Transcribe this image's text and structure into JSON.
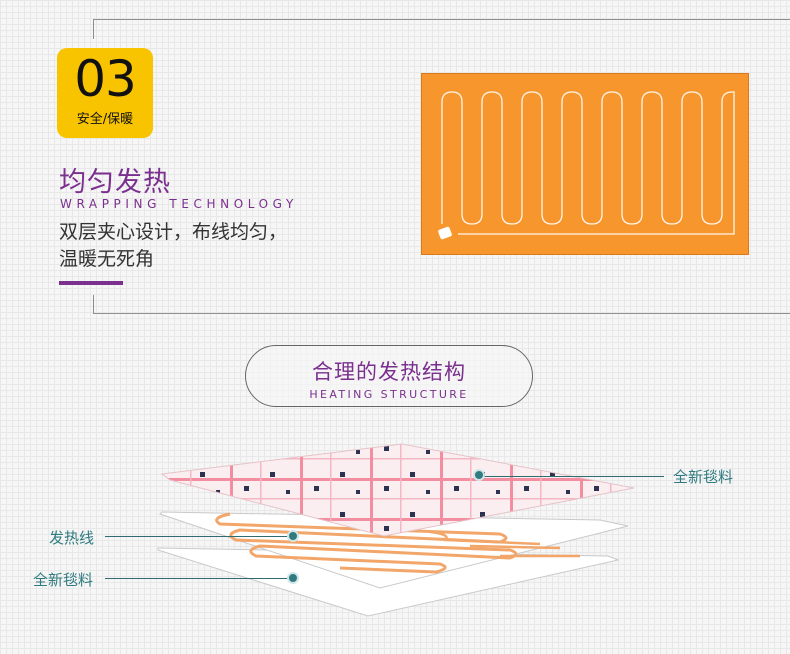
{
  "badge": {
    "number": "03",
    "label": "安全/保暖"
  },
  "feature": {
    "title": "均匀发热",
    "subtitle": "WRAPPING TECHNOLOGY",
    "desc_line1": "双层夹心设计，布线均匀，",
    "desc_line2": "温暖无死角"
  },
  "structure": {
    "title": "合理的发热结构",
    "subtitle": "HEATING STRUCTURE"
  },
  "callouts": {
    "top_layer": "全新毯料",
    "heating_wire": "发热线",
    "bottom_layer": "全新毯料"
  },
  "colors": {
    "accent_purple": "#7b2f8e",
    "badge_yellow": "#f8c400",
    "heater_orange": "#f7962d",
    "callout_teal": "#2f7b80"
  },
  "icons": [
    "heating-coil-icon",
    "plaid-fabric-icon"
  ]
}
